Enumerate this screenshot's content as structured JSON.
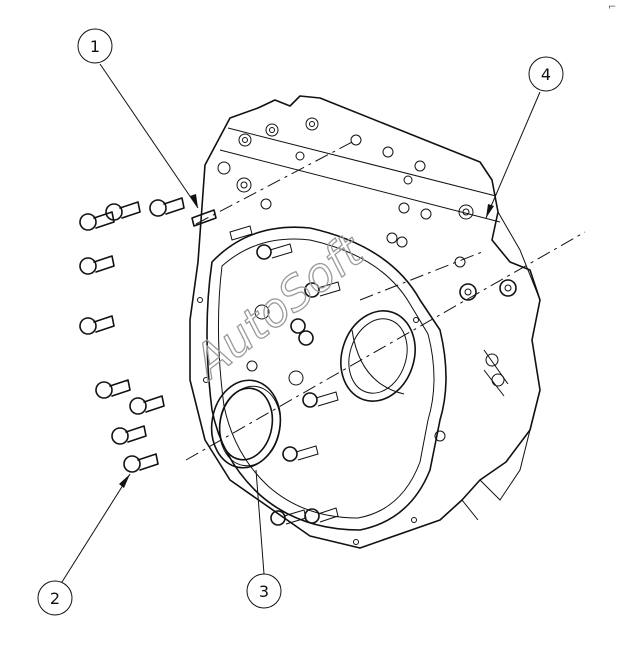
{
  "callouts": [
    {
      "label": "1"
    },
    {
      "label": "2"
    },
    {
      "label": "3"
    },
    {
      "label": "4"
    }
  ],
  "watermark": "AutoSoft",
  "corner_mark": "⌐"
}
